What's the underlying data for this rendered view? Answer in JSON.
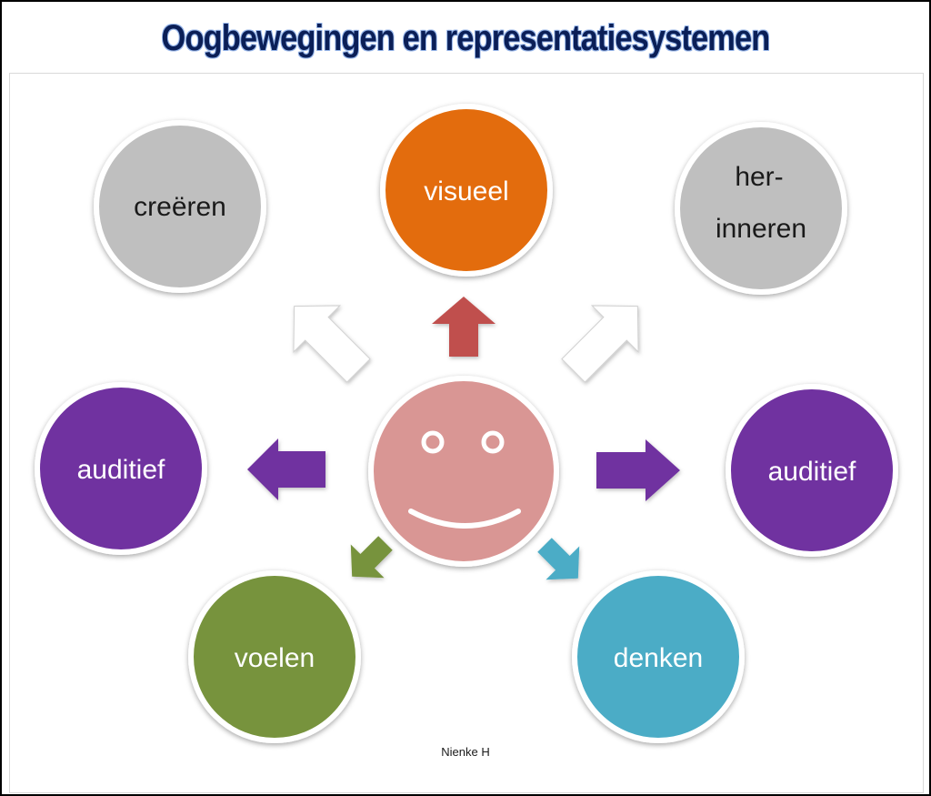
{
  "title": "Oogbewegingen en representatiesystemen",
  "nodes": {
    "top_left": {
      "label": "creëren",
      "color": "#bfbfbf",
      "text_color": "#1a1a1a"
    },
    "top_center": {
      "label": "visueel",
      "color": "#e36c09",
      "text_color": "#ffffff"
    },
    "top_right": {
      "line1": "her-",
      "line2": "inneren",
      "color": "#bfbfbf",
      "text_color": "#1a1a1a"
    },
    "middle_left": {
      "label": "auditief",
      "color": "#7030a0",
      "text_color": "#ffffff"
    },
    "middle_right": {
      "label": "auditief",
      "color": "#7030a0",
      "text_color": "#ffffff"
    },
    "bottom_left": {
      "label": "voelen",
      "color": "#77933c",
      "text_color": "#ffffff"
    },
    "bottom_right": {
      "label": "denken",
      "color": "#4bacc6",
      "text_color": "#ffffff"
    }
  },
  "face": {
    "color": "#d99694"
  },
  "credit": "Nienke H"
}
